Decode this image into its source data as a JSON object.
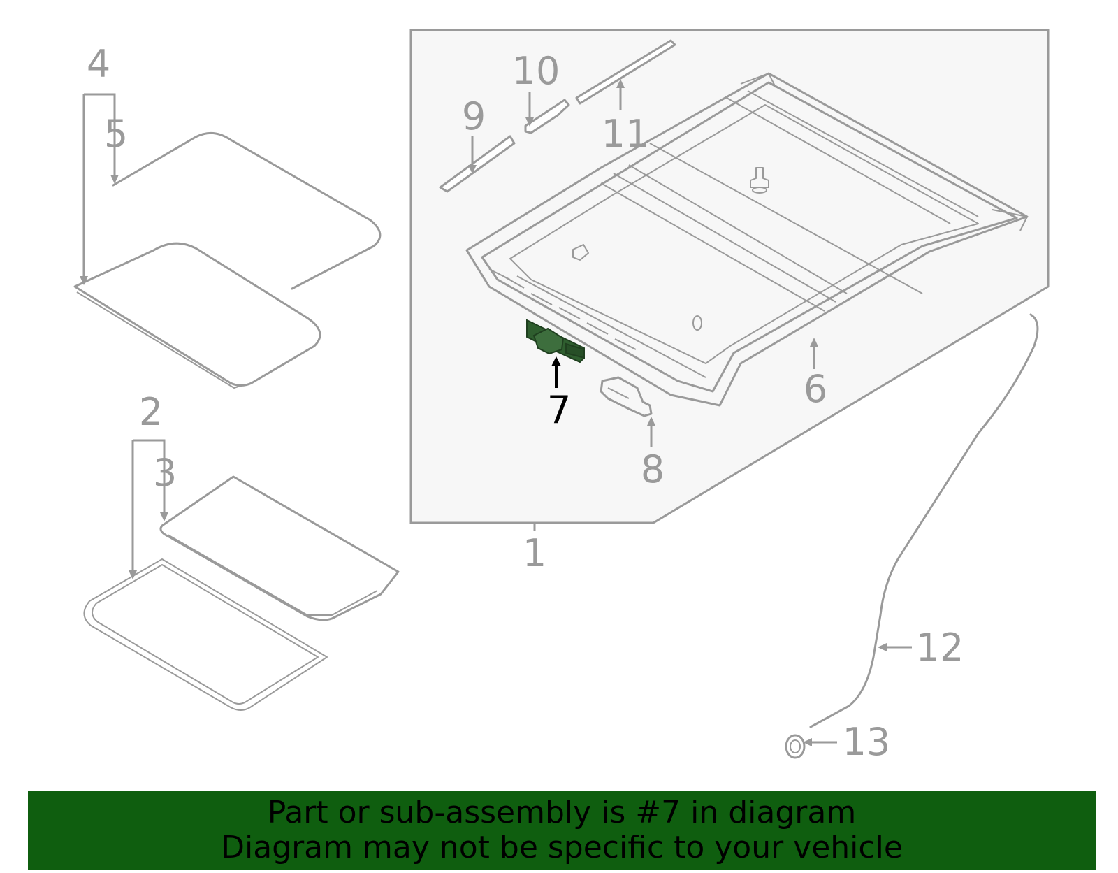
{
  "diagram": {
    "callouts": [
      "1",
      "2",
      "3",
      "4",
      "5",
      "6",
      "7",
      "8",
      "9",
      "10",
      "11",
      "12",
      "13"
    ],
    "highlighted_callout": "7",
    "colors": {
      "line": "#9a9a9a",
      "panel_fill": "#f7f7f7",
      "highlight_part": "#2f5e2f",
      "highlight_label": "#000000",
      "banner_background": "#0f5e0f"
    }
  },
  "banner": {
    "line1": "Part or sub-assembly is #7 in diagram",
    "line2": "Diagram may not be specific to your vehicle"
  }
}
